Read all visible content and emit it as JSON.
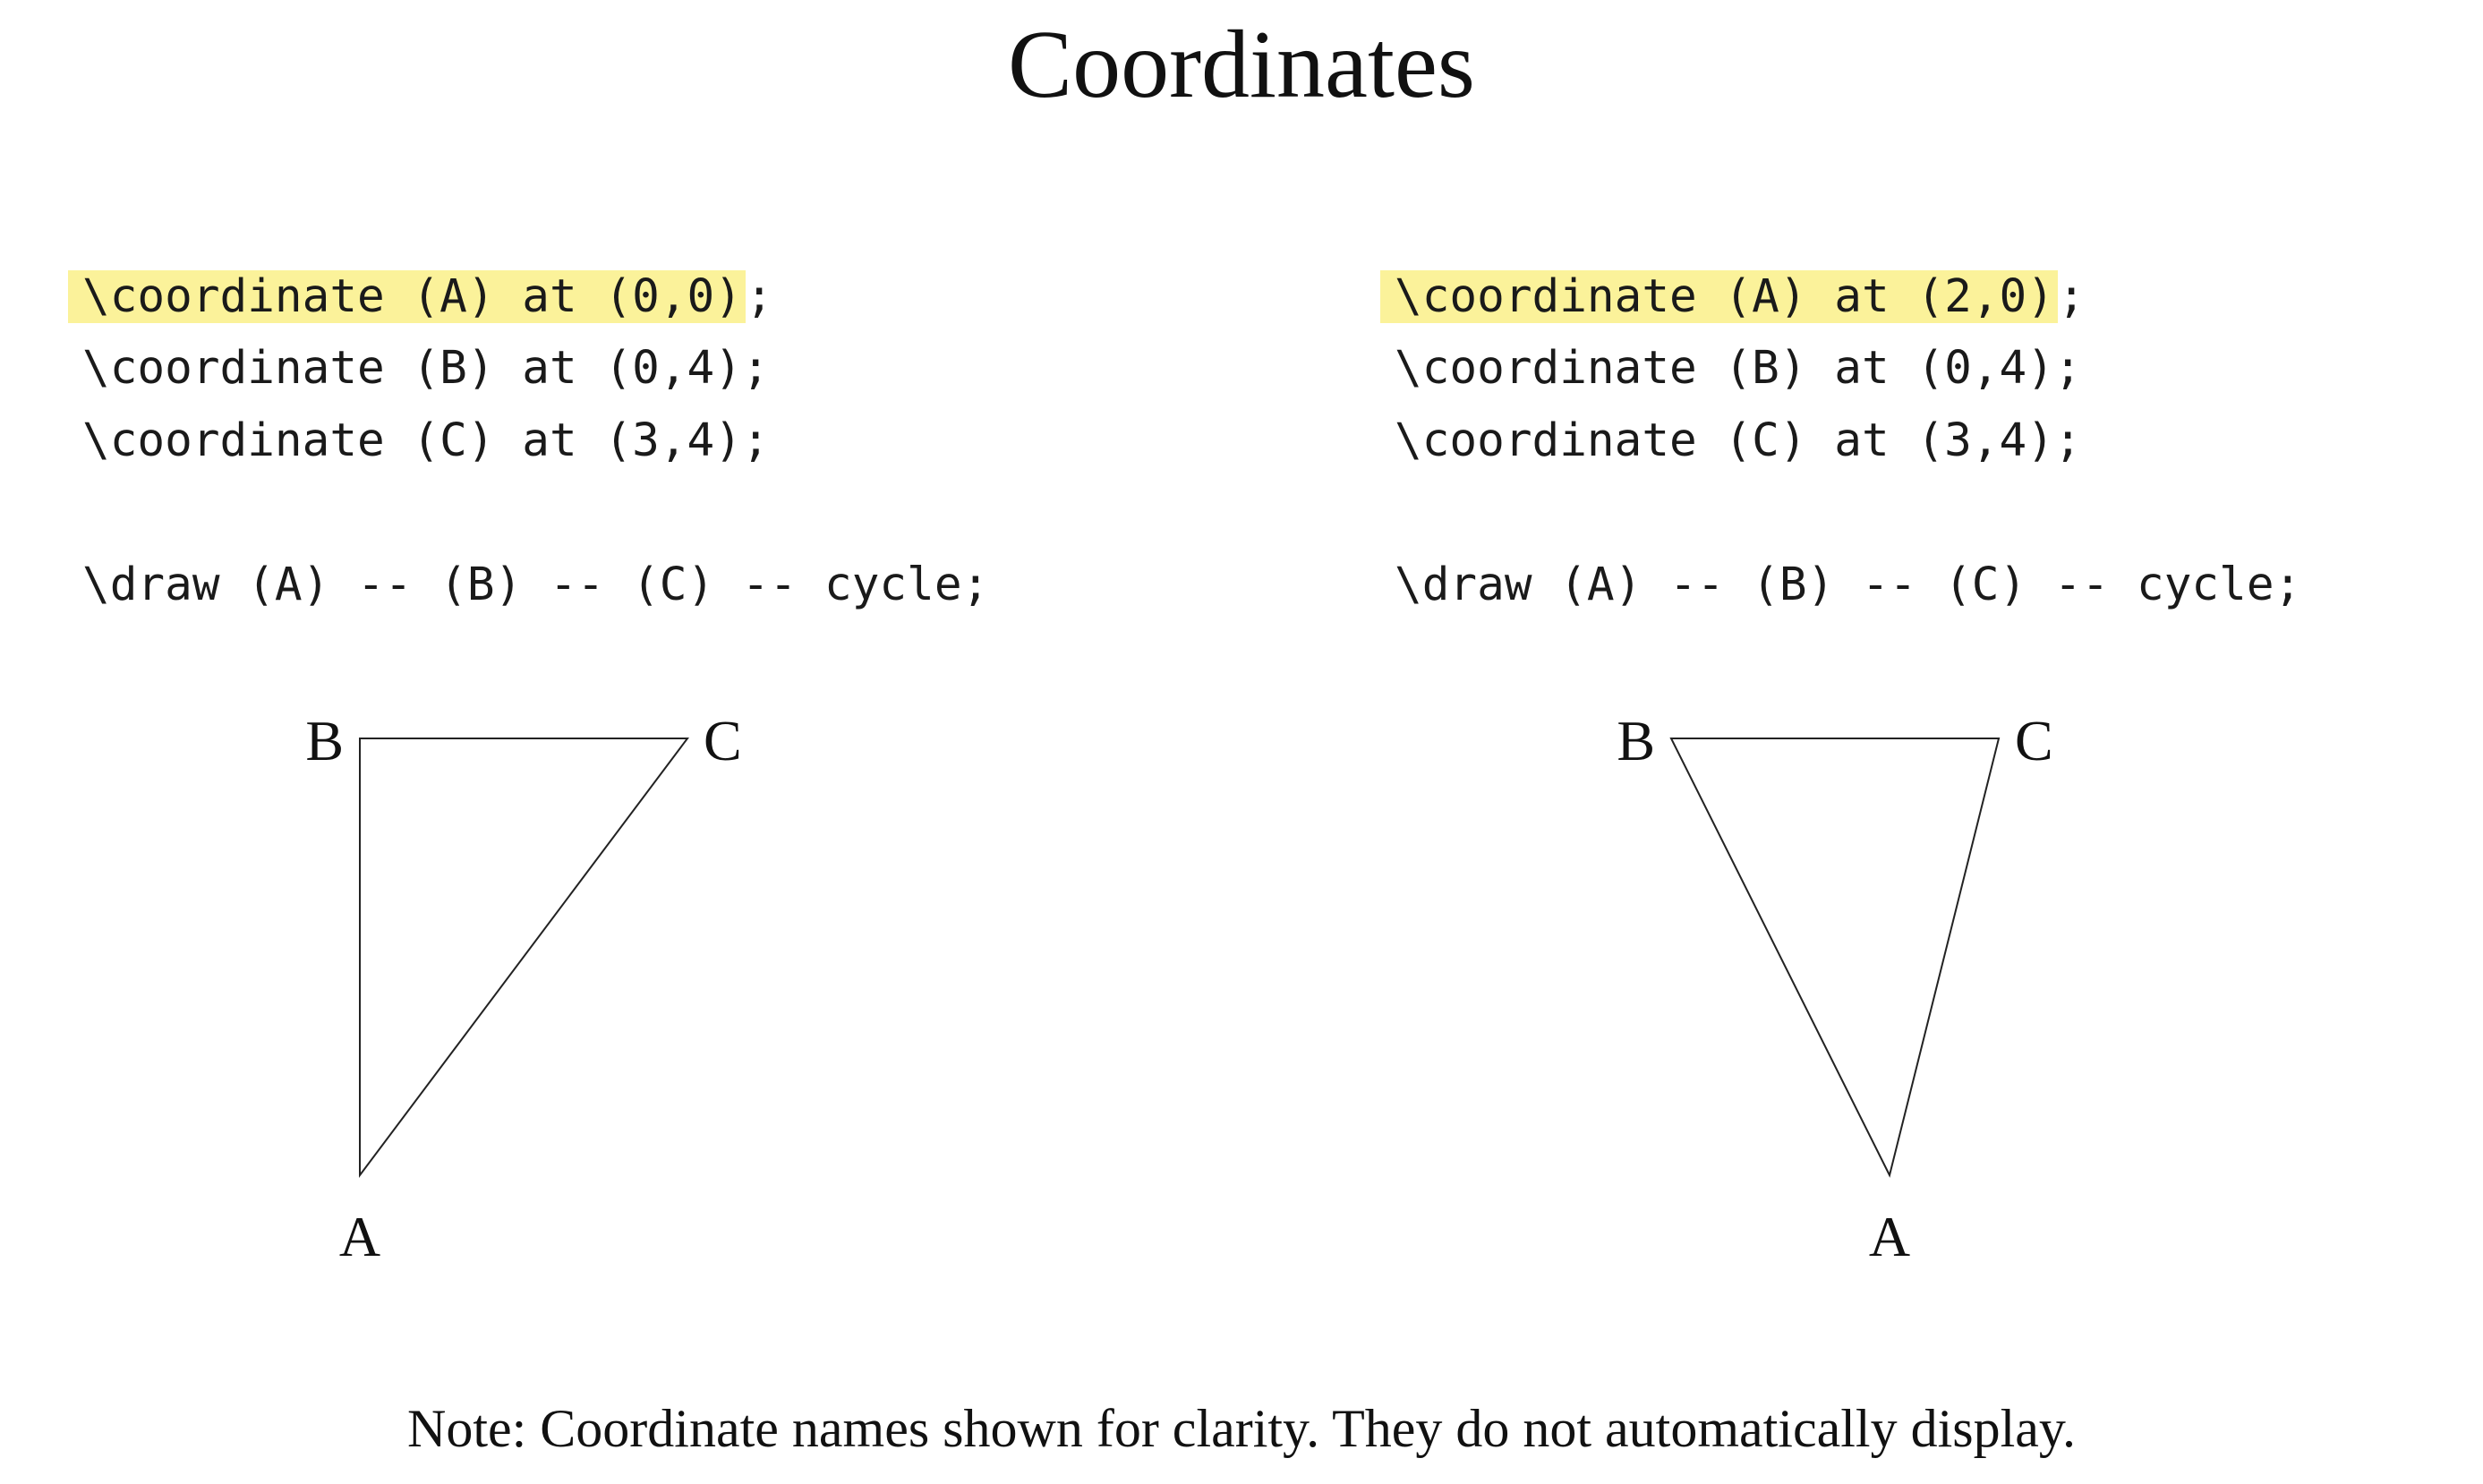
{
  "title": "Coordinates",
  "left_panel": {
    "code": {
      "highlighted": "\\coordinate (A) at (0,0)",
      "highlight_suffix": ";",
      "line2": "\\coordinate (B) at (0,4);",
      "line3": "\\coordinate (C) at (3,4);",
      "line4": "\\draw (A) -- (B) -- (C) -- cycle;"
    },
    "points": [
      {
        "label": "A",
        "x": 0,
        "y": 0
      },
      {
        "label": "B",
        "x": 0,
        "y": 4
      },
      {
        "label": "C",
        "x": 3,
        "y": 4
      }
    ]
  },
  "right_panel": {
    "code": {
      "highlighted": "\\coordinate (A) at (2,0)",
      "highlight_suffix": ";",
      "line2": "\\coordinate (B) at (0,4);",
      "line3": "\\coordinate (C) at (3,4);",
      "line4": "\\draw (A) -- (B) -- (C) -- cycle;"
    },
    "points": [
      {
        "label": "A",
        "x": 2,
        "y": 0
      },
      {
        "label": "B",
        "x": 0,
        "y": 4
      },
      {
        "label": "C",
        "x": 3,
        "y": 4
      }
    ]
  },
  "highlight_color": "#fbf29a",
  "note": "Note: Coordinate names shown for clarity. They do not automatically display."
}
